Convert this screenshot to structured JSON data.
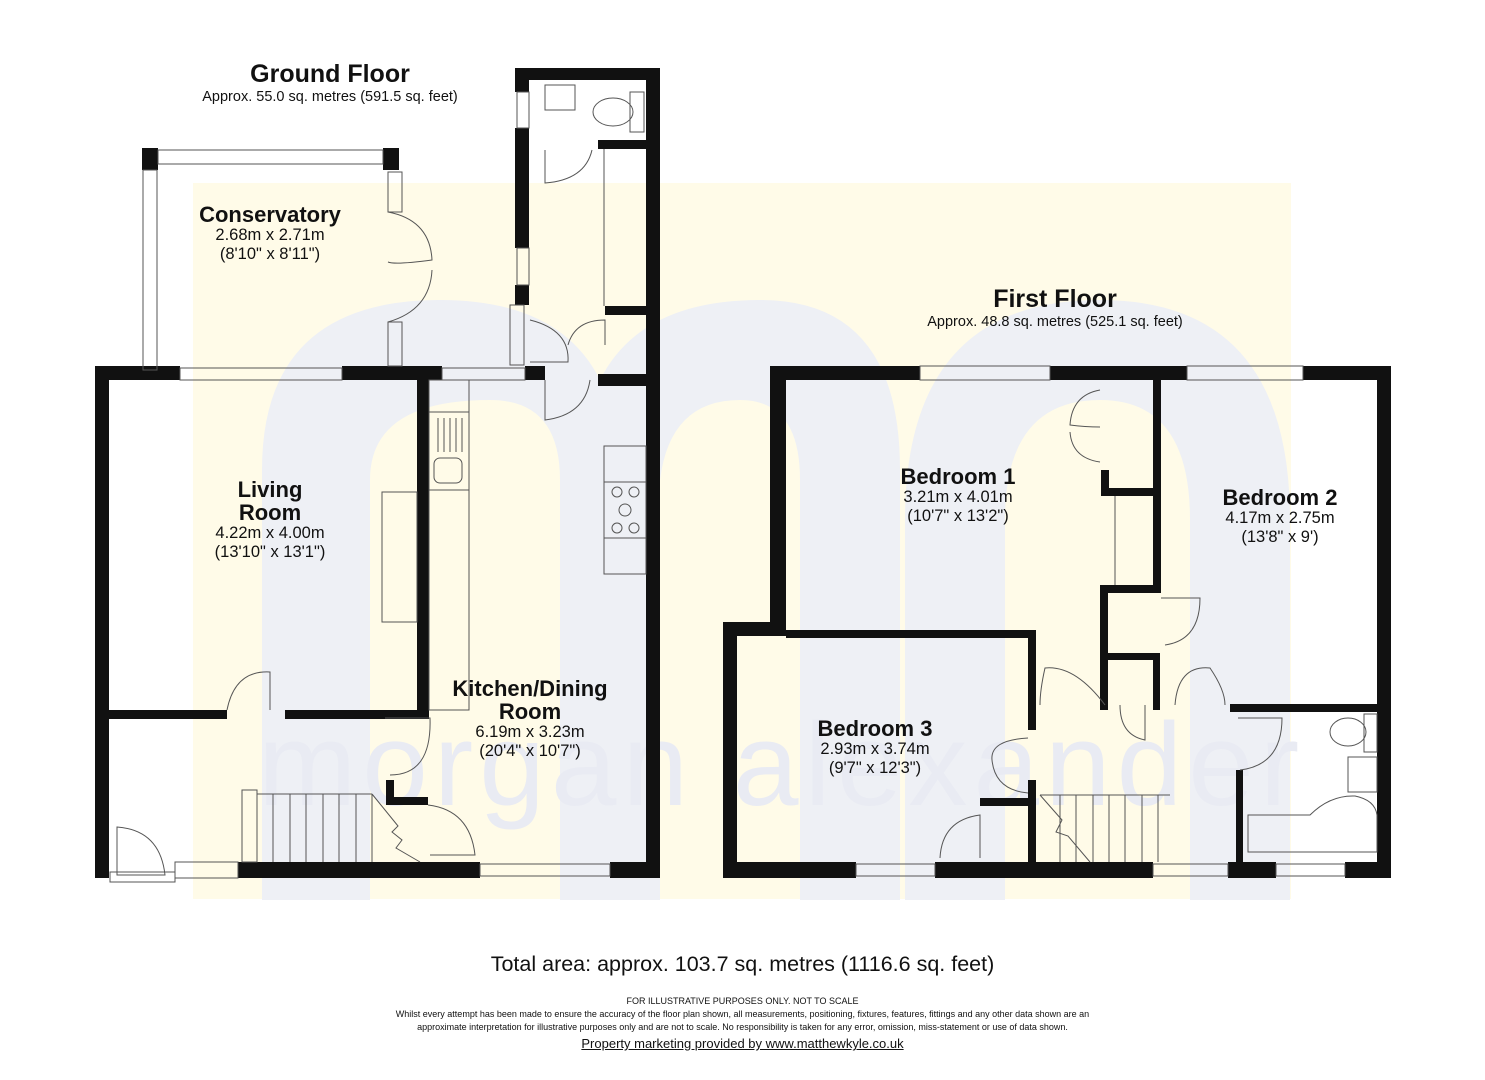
{
  "colors": {
    "wall": "#111111",
    "watermark_yellow": "#fffbe8",
    "watermark_grey": "#eef0f5",
    "fixture_line": "#666666"
  },
  "watermark": {
    "text": "morgan alexander",
    "logo": "ma-logo"
  },
  "ground_floor": {
    "title": "Ground Floor",
    "area": "Approx. 55.0 sq. metres (591.5 sq. feet)",
    "rooms": [
      {
        "name": "Conservatory",
        "metric": "2.68m x 2.71m",
        "imperial": "(8'10\" x 8'11\")"
      },
      {
        "name_line1": "Living",
        "name_line2": "Room",
        "metric": "4.22m x 4.00m",
        "imperial": "(13'10\" x 13'1\")"
      },
      {
        "name_line1": "Kitchen/Dining",
        "name_line2": "Room",
        "metric": "6.19m x 3.23m",
        "imperial": "(20'4\" x 10'7\")"
      }
    ],
    "fixtures": [
      "toilet-icon",
      "basin-icon",
      "sink-icon",
      "hob-icon",
      "staircase",
      "doors",
      "windows"
    ]
  },
  "first_floor": {
    "title": "First Floor",
    "area": "Approx. 48.8 sq. metres (525.1 sq. feet)",
    "rooms": [
      {
        "name": "Bedroom 1",
        "metric": "3.21m x 4.01m",
        "imperial": "(10'7\" x 13'2\")"
      },
      {
        "name": "Bedroom 2",
        "metric": "4.17m x 2.75m",
        "imperial": "(13'8\" x 9')"
      },
      {
        "name": "Bedroom 3",
        "metric": "2.93m x 3.74m",
        "imperial": "(9'7\" x 12'3\")"
      }
    ],
    "fixtures": [
      "toilet-icon",
      "basin-icon",
      "bath-icon",
      "staircase",
      "doors",
      "windows"
    ]
  },
  "footer": {
    "total_area": "Total area: approx. 103.7 sq. metres (1116.6 sq. feet)",
    "scale_note": "FOR ILLUSTRATIVE PURPOSES ONLY. NOT TO SCALE",
    "disclaimer_line1": "Whilst every attempt has been made to ensure the accuracy of the floor plan shown, all measurements, positioning, fixtures, features, fittings and any other data shown are an",
    "disclaimer_line2": "approximate interpretation for illustrative purposes only and are not to scale. No responsibility is taken for any error, omission, miss-statement or use of data shown.",
    "credit": "Property marketing provided by www.matthewkyle.co.uk"
  }
}
